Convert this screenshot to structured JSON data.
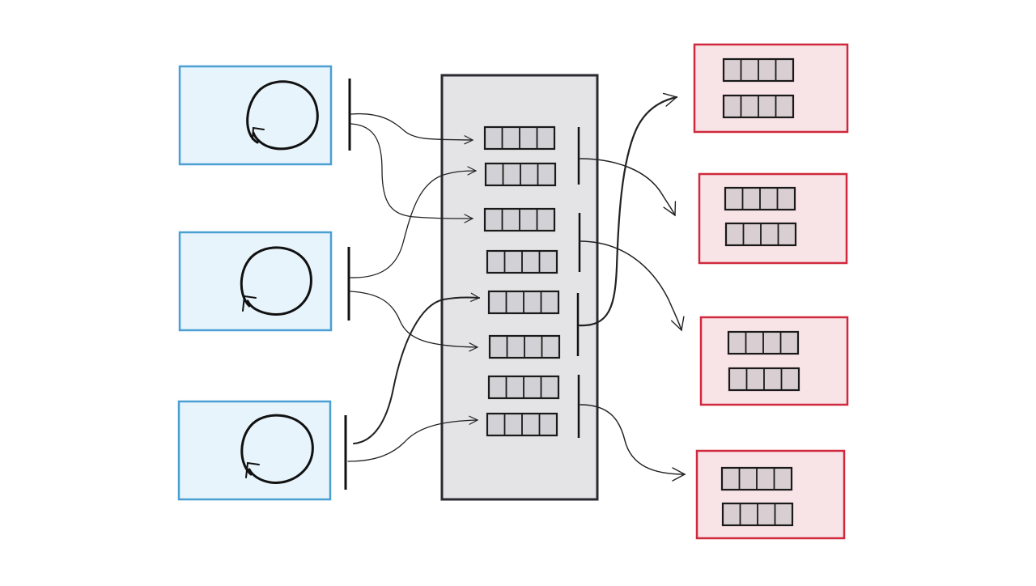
{
  "diagram": {
    "producers": [
      {
        "id": "producer-1",
        "icon": "loop-icon"
      },
      {
        "id": "producer-2",
        "icon": "loop-icon"
      },
      {
        "id": "producer-3",
        "icon": "loop-icon"
      }
    ],
    "queue": {
      "message_count": 8,
      "cells_per_message": 4
    },
    "consumers": [
      {
        "id": "consumer-1",
        "messages": 2
      },
      {
        "id": "consumer-2",
        "messages": 2
      },
      {
        "id": "consumer-3",
        "messages": 2
      },
      {
        "id": "consumer-4",
        "messages": 2
      }
    ],
    "colors": {
      "producer_fill": "#e8f4fb",
      "producer_border": "#4a9fd3",
      "queue_fill": "#e4e4e6",
      "queue_border": "#2a2a33",
      "consumer_fill": "#f8e3e6",
      "consumer_border": "#d0283c",
      "message_fill": "#d9cfd2",
      "message_border": "#1a1a1a",
      "stroke": "#222222"
    }
  }
}
